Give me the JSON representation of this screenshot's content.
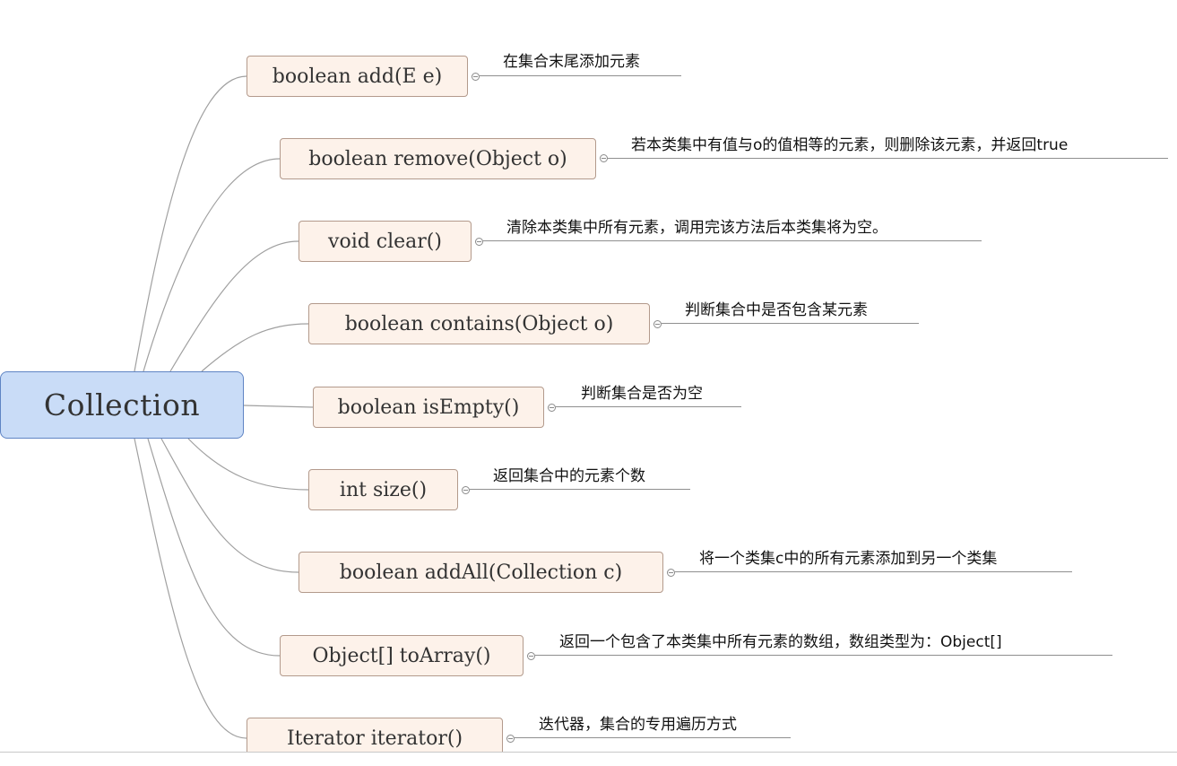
{
  "root": {
    "label": "Collection"
  },
  "branches": [
    {
      "method": "boolean add(E e)",
      "note": "在集合末尾添加元素"
    },
    {
      "method": "boolean remove(Object o)",
      "note": "若本类集中有值与o的值相等的元素，则删除该元素，并返回true"
    },
    {
      "method": "void clear()",
      "note": "清除本类集中所有元素，调用完该方法后本类集将为空。"
    },
    {
      "method": "boolean contains(Object o)",
      "note": "判断集合中是否包含某元素"
    },
    {
      "method": "boolean isEmpty()",
      "note": "判断集合是否为空"
    },
    {
      "method": "int size()",
      "note": "返回集合中的元素个数"
    },
    {
      "method": "boolean addAll(Collection c)",
      "note": "将一个类集c中的所有元素添加到另一个类集"
    },
    {
      "method": "Object[] toArray()",
      "note": "返回一个包含了本类集中所有元素的数组，数组类型为：Object[]"
    },
    {
      "method": "Iterator iterator()",
      "note": "迭代器，集合的专用遍历方式"
    }
  ],
  "colors": {
    "root_fill": "#c9dcf7",
    "root_border": "#5f84c4",
    "node_fill": "#fdf2ea",
    "node_border": "#b39a8c",
    "link": "#a0a0a0"
  }
}
